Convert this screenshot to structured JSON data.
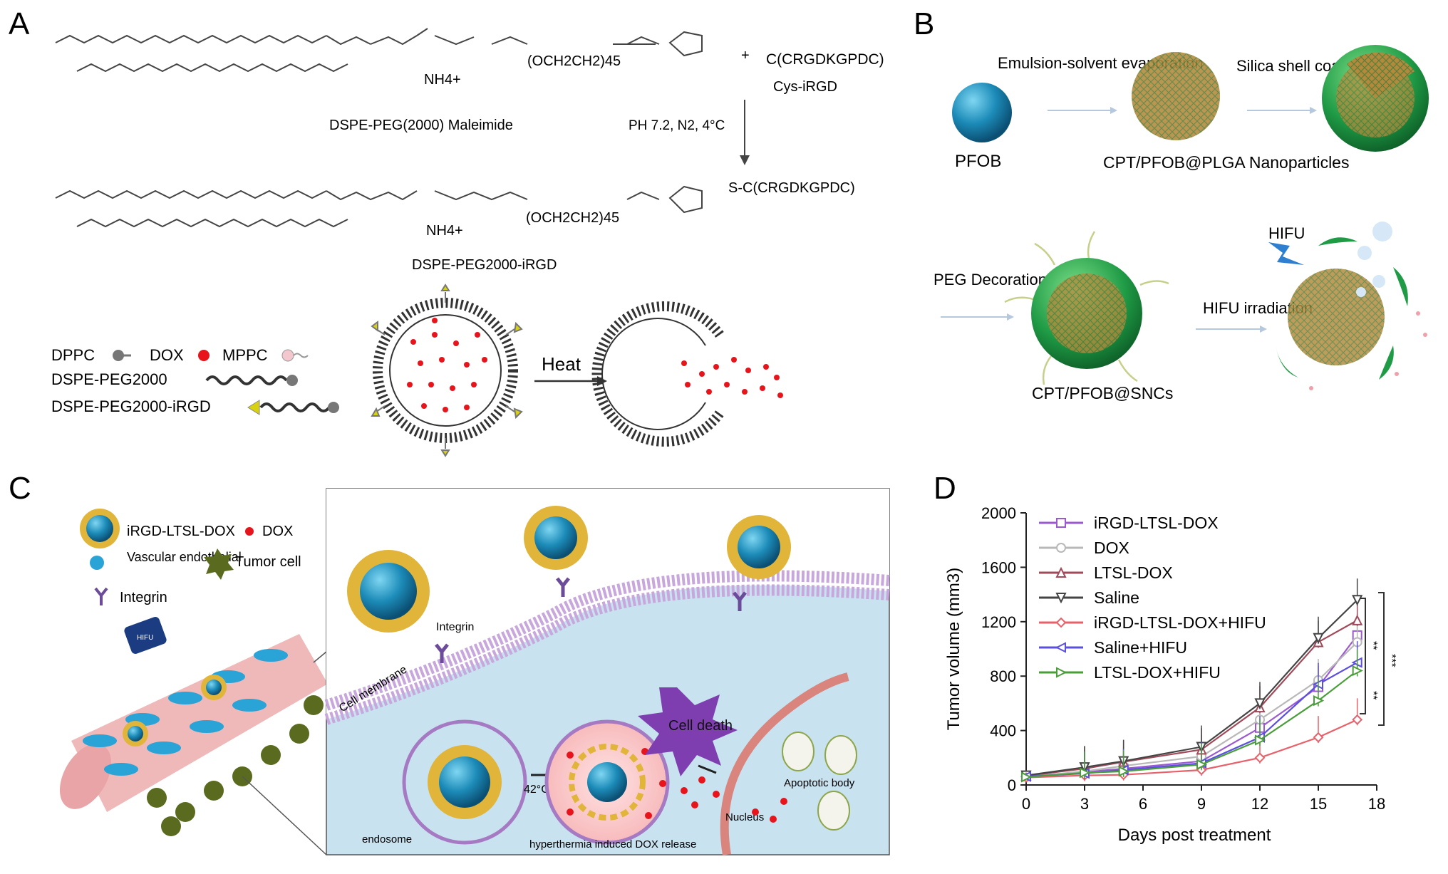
{
  "panels": {
    "a": {
      "letter": "A",
      "reagent_plus": "+",
      "reagent": "C(CRGDKGPDC)",
      "reagent_sub": "Cys-iRGD",
      "conditions": "PH 7.2, N2, 4°C",
      "product_tail": "S-C(CRGDKGPDC)",
      "molecule_top_label": "DSPE-PEG(2000) Maleimide",
      "molecule_bottom_label": "DSPE-PEG2000-iRGD",
      "peg_text": "(OCH2CH2)45",
      "nh4_text": "NH4+",
      "legend": [
        {
          "label": "DPPC",
          "color": "#777777"
        },
        {
          "label": "DOX",
          "color": "#e8141c"
        },
        {
          "label": "MPPC",
          "color": "#f4c7cf"
        },
        {
          "label": "DSPE-PEG2000",
          "color": "#555555"
        },
        {
          "label": "DSPE-PEG2000-iRGD",
          "color": "#d8d10f"
        }
      ],
      "heat_label": "Heat"
    },
    "b": {
      "letter": "B",
      "step1": "Emulsion-solvent evaporation",
      "pfob": "PFOB",
      "np_label": "CPT/PFOB@PLGA Nanoparticles",
      "step2": "Silica shell coating",
      "step3": "PEG Decoration",
      "snc_label": "CPT/PFOB@SNCs",
      "step4": "HIFU irradiation",
      "hifu": "HIFU"
    },
    "c": {
      "letter": "C",
      "legend_liposome": "iRGD-LTSL-DOX",
      "legend_dox": "DOX",
      "legend_vascular": "Vascular endothelial",
      "legend_tumor": "Tumor cell",
      "legend_integrin": "Integrin",
      "hifu_device": "HIFU",
      "integrin_label": "Integrin",
      "cell_membrane": "Cell membrane",
      "cell_death": "Cell death",
      "apoptotic": "Apoptotic body",
      "nucleus": "Nucleus",
      "temp": "42°C",
      "endosome": "endosome",
      "release": "hyperthermia induced DOX release"
    },
    "d": {
      "letter": "D",
      "significance": [
        "**",
        "***",
        "**"
      ]
    }
  },
  "chart_data": {
    "type": "line",
    "xlabel": "Days post treatment",
    "ylabel": "Tumor volume (mm3)",
    "xlim": [
      0,
      18
    ],
    "ylim": [
      0,
      2000
    ],
    "xticks": [
      0,
      3,
      6,
      9,
      12,
      15,
      18
    ],
    "yticks": [
      0,
      400,
      800,
      1200,
      1600,
      2000
    ],
    "x": [
      0,
      3,
      5,
      9,
      12,
      15,
      17
    ],
    "legend_position": "top-left",
    "series": [
      {
        "name": "iRGD-LTSL-DOX",
        "color": "#9b59d0",
        "marker": "square",
        "values": [
          65,
          95,
          120,
          175,
          420,
          720,
          1100
        ]
      },
      {
        "name": "DOX",
        "color": "#b8b8b8",
        "marker": "circle",
        "values": [
          60,
          100,
          140,
          210,
          480,
          770,
          1050
        ]
      },
      {
        "name": "LTSL-DOX",
        "color": "#a14a5a",
        "marker": "triangle-up",
        "values": [
          68,
          120,
          170,
          260,
          570,
          1050,
          1210
        ]
      },
      {
        "name": "Saline",
        "color": "#444444",
        "marker": "triangle-down",
        "values": [
          70,
          130,
          175,
          280,
          600,
          1080,
          1360
        ]
      },
      {
        "name": "iRGD-LTSL-DOX+HIFU",
        "color": "#e8616a",
        "marker": "diamond",
        "values": [
          55,
          70,
          75,
          110,
          200,
          350,
          480
        ]
      },
      {
        "name": "Saline+HIFU",
        "color": "#5b4fe0",
        "marker": "triangle-left",
        "values": [
          62,
          85,
          110,
          160,
          350,
          740,
          900
        ]
      },
      {
        "name": "LTSL-DOX+HIFU",
        "color": "#4a9e3a",
        "marker": "triangle-right",
        "values": [
          58,
          90,
          100,
          150,
          330,
          620,
          840
        ]
      }
    ]
  }
}
